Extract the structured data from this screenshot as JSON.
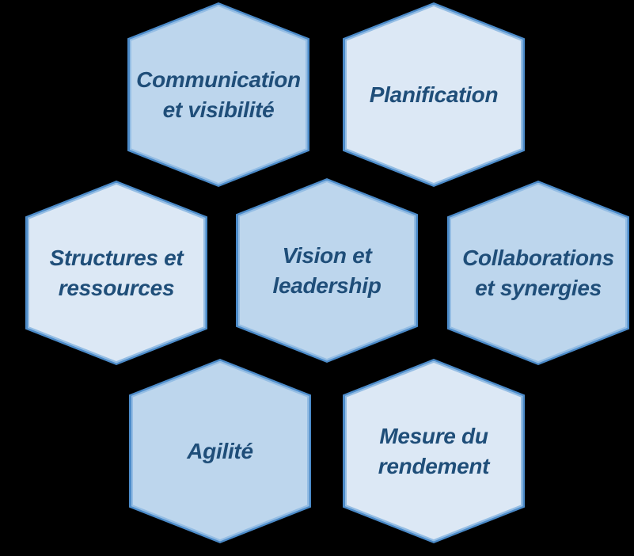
{
  "diagram": {
    "type": "honeycomb",
    "theme": {
      "background": "#000000",
      "border_outer": "#4C8BC9",
      "border_inner": "#94BDE4",
      "text_color": "#1F4E79",
      "fill_dark": "#BDD6ED",
      "fill_light": "#DCE8F5"
    },
    "hexagons": [
      {
        "id": "communication-et-visibilite",
        "label": "Communication et visibilité",
        "fill": "dark"
      },
      {
        "id": "planification",
        "label": "Planification",
        "fill": "light"
      },
      {
        "id": "structures-et-ressources",
        "label": "Structures et ressources",
        "fill": "light"
      },
      {
        "id": "vision-et-leadership",
        "label": "Vision et leadership",
        "fill": "dark"
      },
      {
        "id": "collaborations-et-synergies",
        "label": "Collaborations et synergies",
        "fill": "dark"
      },
      {
        "id": "agilite",
        "label": "Agilité",
        "fill": "dark"
      },
      {
        "id": "mesure-du-rendement",
        "label": "Mesure du rendement",
        "fill": "light"
      }
    ]
  }
}
